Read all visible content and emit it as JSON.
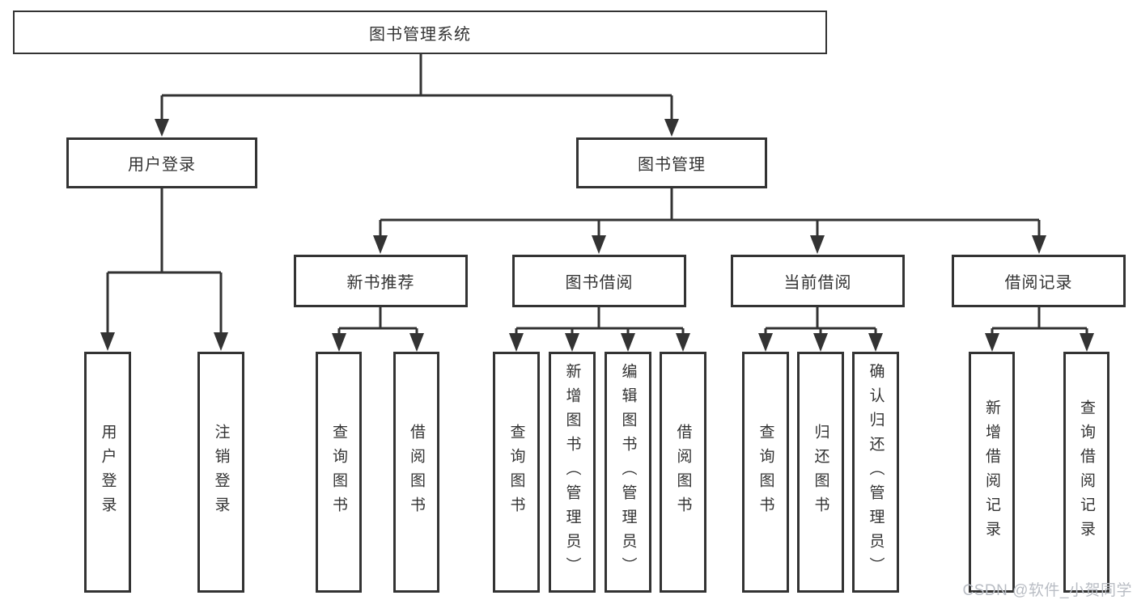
{
  "tree": {
    "root": {
      "label": "图书管理系统"
    },
    "branches": [
      {
        "label": "用户登录",
        "children": [
          {
            "label": "用户登录"
          },
          {
            "label": "注销登录"
          }
        ]
      },
      {
        "label": "图书管理",
        "children": [
          {
            "label": "新书推荐",
            "children": [
              {
                "label": "查询图书"
              },
              {
                "label": "借阅图书"
              }
            ]
          },
          {
            "label": "图书借阅",
            "children": [
              {
                "label": "查询图书"
              },
              {
                "label": "新增图书（管理员）"
              },
              {
                "label": "编辑图书（管理员）"
              },
              {
                "label": "借阅图书"
              }
            ]
          },
          {
            "label": "当前借阅",
            "children": [
              {
                "label": "查询图书"
              },
              {
                "label": "归还图书"
              },
              {
                "label": "确认归还（管理员）"
              }
            ]
          },
          {
            "label": "借阅记录",
            "children": [
              {
                "label": "新增借阅记录"
              },
              {
                "label": "查询借阅记录"
              }
            ]
          }
        ]
      }
    ]
  },
  "watermark": {
    "text": "CSDN @软件_小贺同学"
  },
  "colors": {
    "line": "#333333",
    "box_border": "#333333",
    "box_fill": "#ffffff",
    "label_text": "#333333",
    "watermark_text": "#b9bdc4",
    "background": "#ffffff"
  }
}
